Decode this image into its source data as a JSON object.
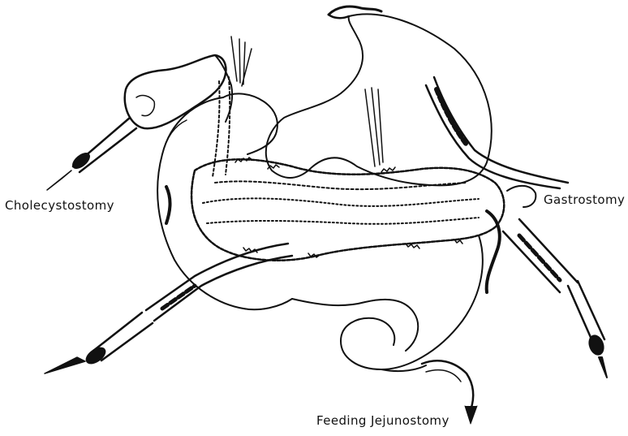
{
  "labels": {
    "cholecystostomy": "Cholecystostomy",
    "gastrostomy": "Gastrostomy",
    "feeding_jejunostomy": "Feeding Jejunostomy"
  },
  "colors": {
    "ink": "#111111",
    "background": "#ffffff"
  }
}
